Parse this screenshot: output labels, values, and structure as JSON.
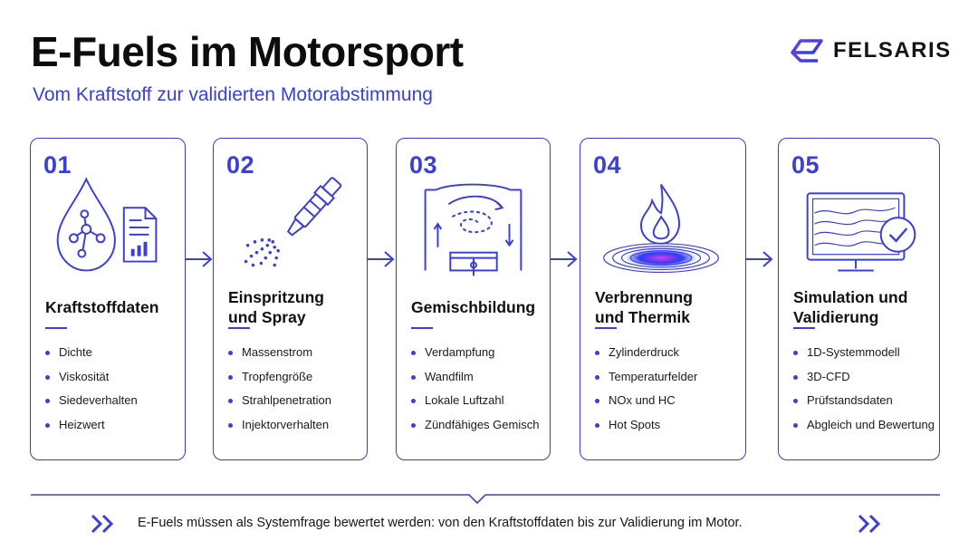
{
  "header": {
    "title": "E-Fuels im Motorsport",
    "subtitle": "Vom Kraftstoff zur validierten Motorabstimmung",
    "brand": "FELSARIS",
    "brand_icon": "felsaris-logo-icon"
  },
  "colors": {
    "accent": "#3b3fd8",
    "card_border": "#3e37d0",
    "flame_gradient": [
      "#2b3df0",
      "#8a3cf0",
      "#d545d8"
    ]
  },
  "steps": [
    {
      "number": "01",
      "icon": "fuel-drop-document-icon",
      "title_line1": "Kraftstoffdaten",
      "title_line2": "",
      "items": [
        "Dichte",
        "Viskosität",
        "Siedeverhalten",
        "Heizwert"
      ]
    },
    {
      "number": "02",
      "icon": "injector-spray-icon",
      "title_line1": "Einspritzung",
      "title_line2": "und Spray",
      "items": [
        "Massenstrom",
        "Tropfengröße",
        "Strahlpenetration",
        "Injektorverhalten"
      ]
    },
    {
      "number": "03",
      "icon": "cylinder-mixing-icon",
      "title_line1": "Gemischbildung",
      "title_line2": "",
      "items": [
        "Verdampfung",
        "Wandfilm",
        "Lokale Luftzahl",
        "Zündfähiges Gemisch"
      ]
    },
    {
      "number": "04",
      "icon": "flame-heatmap-icon",
      "title_line1": "Verbrennung",
      "title_line2": "und Thermik",
      "items": [
        "Zylinderdruck",
        "Temperaturfelder",
        "NOx und HC",
        "Hot Spots"
      ]
    },
    {
      "number": "05",
      "icon": "monitor-validation-icon",
      "title_line1": "Simulation und",
      "title_line2": "Validierung",
      "items": [
        "1D-Systemmodell",
        "3D-CFD",
        "Prüfstandsdaten",
        "Abgleich und Bewertung"
      ]
    }
  ],
  "footer": {
    "text": "E-Fuels müssen als Systemfrage bewertet werden: von den Kraftstoffdaten bis zur Validierung im Motor.",
    "left_icon": "double-chevron-right-icon",
    "right_icon": "double-chevron-right-icon"
  }
}
